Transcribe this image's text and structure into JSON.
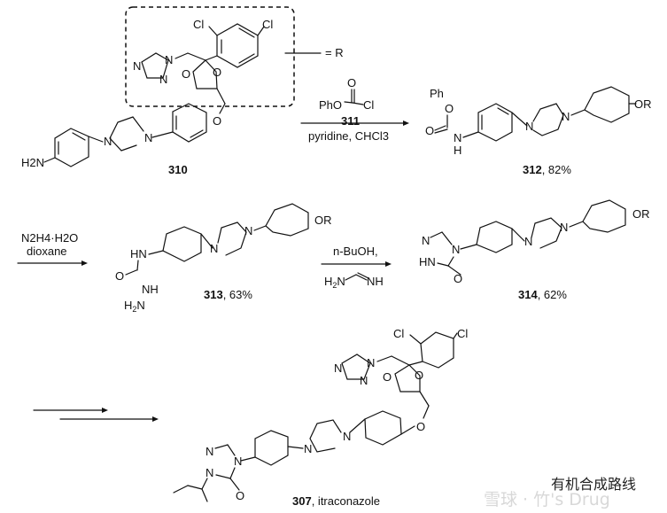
{
  "title": "Synthesis of itraconazole",
  "r_group": {
    "label": "= R",
    "description": "dashed box substituent: 1,3-dioxolane with 2,4-dichlorophenyl and 1,2,4-triazol-1-ylmethyl"
  },
  "compounds": {
    "c310": {
      "id": "310",
      "yield": "",
      "name": "",
      "amine": "H2N"
    },
    "c311": {
      "id": "311",
      "left": "PhO",
      "right": "Cl",
      "top": "O"
    },
    "c312": {
      "id": "312",
      "yield": ", 82%",
      "or": "OR",
      "ph": "Ph"
    },
    "c313": {
      "id": "313",
      "yield": ", 63%",
      "or": "OR"
    },
    "c314": {
      "id": "314",
      "yield": ", 62%",
      "or": "OR"
    },
    "c307": {
      "id": "307",
      "yield": ", itraconazole"
    }
  },
  "steps": [
    {
      "above": "311",
      "below": "pyridine, CHCl3"
    },
    {
      "above_1": "N2H4·H2O",
      "above_2": "dioxane"
    },
    {
      "above": "n-BuOH,",
      "below": "H2N–CH=NH (formamidine)"
    },
    {
      "note": "multi-step arrows"
    }
  ],
  "atoms": {
    "N": "N",
    "O": "O",
    "Cl": "Cl",
    "NH": "NH",
    "HN": "HN",
    "H": "H"
  },
  "watermark": {
    "brand": "雪球 · 竹's Drug",
    "channel": "有机合成路线"
  }
}
